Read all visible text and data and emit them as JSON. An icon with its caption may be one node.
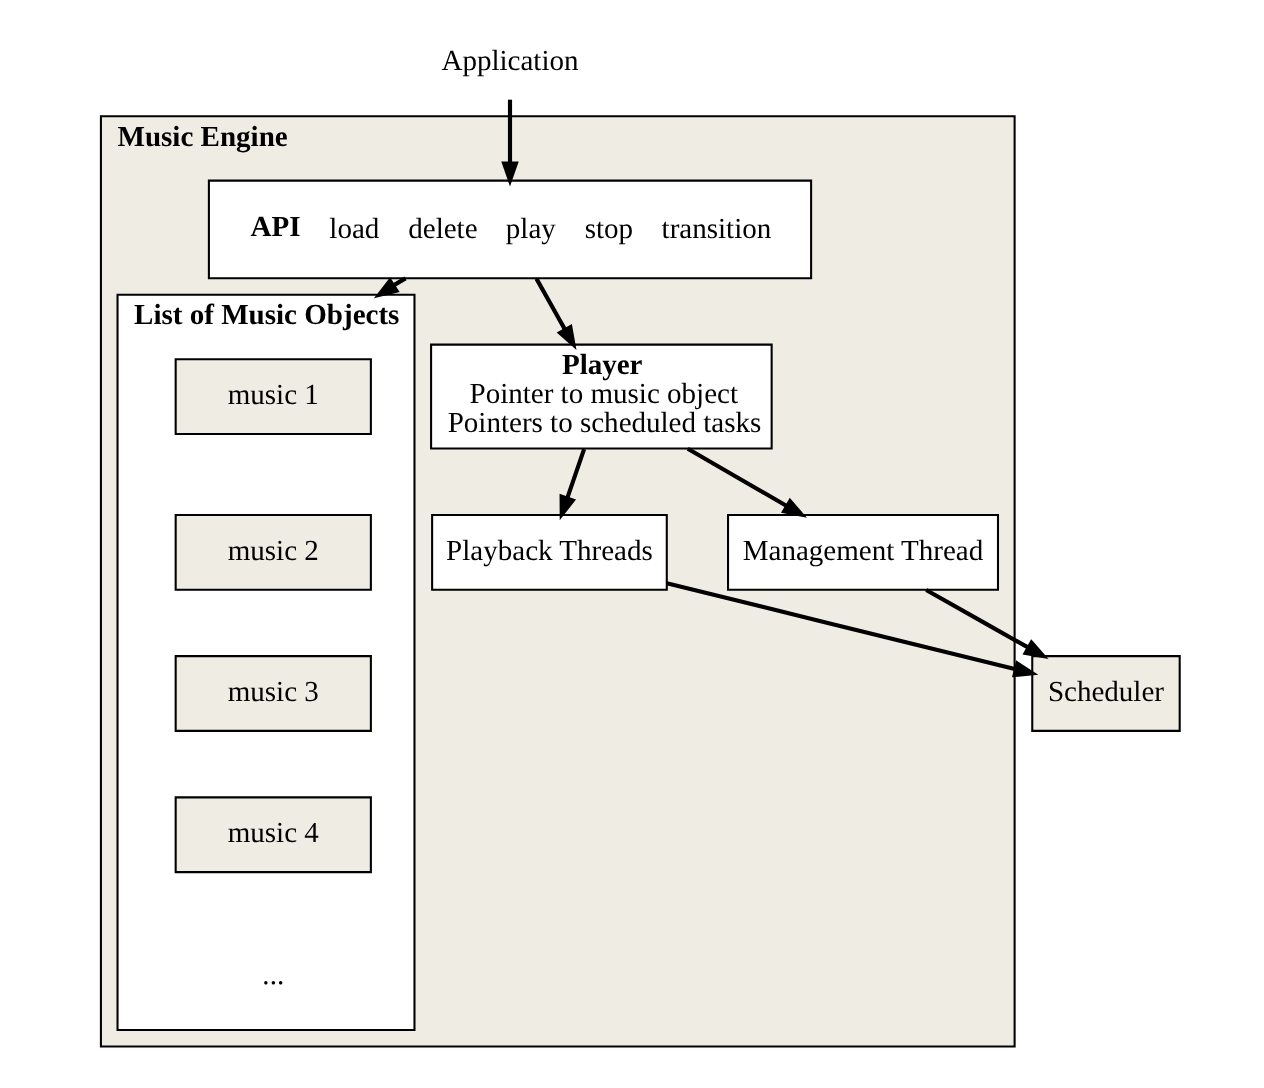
{
  "diagram": {
    "nodes": [
      {
        "text": [
          "Application"
        ]
      },
      {
        "text": [
          "Music Engine"
        ]
      },
      {
        "text": [
          "API",
          "load",
          "delete",
          "play",
          "stop",
          "transition"
        ],
        "in": 1
      },
      {
        "text": [
          "List of Music Objects"
        ],
        "in": 1
      },
      {
        "text": [
          "music 1"
        ],
        "in": 3
      },
      {
        "text": [
          "music 2"
        ],
        "in": 3
      },
      {
        "text": [
          "music 3"
        ],
        "in": 3
      },
      {
        "text": [
          "music 4"
        ],
        "in": 3
      },
      {
        "text": [
          "Player",
          "Pointer to music object",
          "Pointers to scheduled tasks"
        ],
        "in": 1
      },
      {
        "text": [
          "Playback Threads"
        ],
        "in": 1
      },
      {
        "text": [
          "Management Thread"
        ],
        "in": 1
      },
      {
        "text": [
          "Scheduler"
        ]
      }
    ],
    "edges": [
      {
        "from": 0,
        "to": 2,
        "arrow": "to"
      },
      {
        "from": 2,
        "to": 3,
        "arrow": "to"
      },
      {
        "from": 2,
        "to": 8,
        "arrow": "to"
      },
      {
        "from": 8,
        "to": 9,
        "arrow": "to"
      },
      {
        "from": 8,
        "to": 10,
        "arrow": "to"
      },
      {
        "from": 9,
        "to": 11,
        "arrow": "to"
      },
      {
        "from": 10,
        "to": 11,
        "arrow": "to"
      }
    ],
    "labels": [
      "..."
    ]
  }
}
